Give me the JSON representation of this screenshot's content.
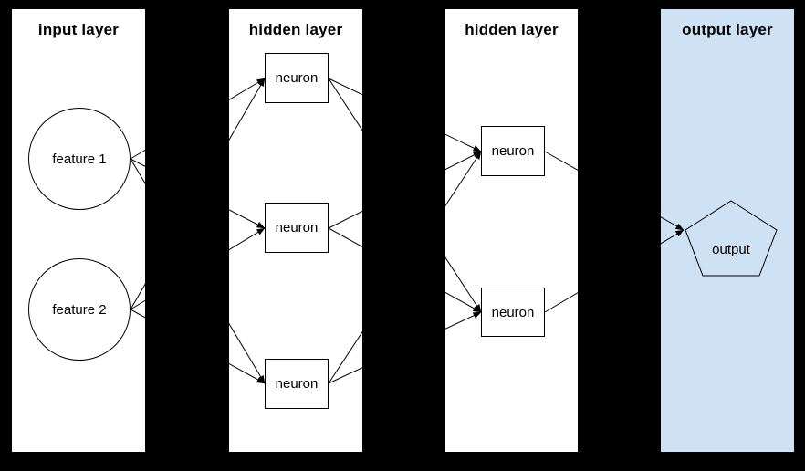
{
  "diagram": {
    "background_color": "#000000",
    "line_color": "#000000",
    "output_layer_color": "#cfe2f3",
    "panel_color": "#ffffff"
  },
  "layers": [
    {
      "title": "input layer",
      "background": "#ffffff"
    },
    {
      "title": "hidden layer",
      "background": "#ffffff"
    },
    {
      "title": "hidden layer",
      "background": "#ffffff"
    },
    {
      "title": "output layer",
      "background": "#cfe2f3"
    }
  ],
  "nodes": {
    "feature1": {
      "label": "feature 1",
      "shape": "circle",
      "layer": "input layer"
    },
    "feature2": {
      "label": "feature 2",
      "shape": "circle",
      "layer": "input layer"
    },
    "h1n1": {
      "label": "neuron",
      "shape": "rectangle",
      "layer": "hidden layer 1"
    },
    "h1n2": {
      "label": "neuron",
      "shape": "rectangle",
      "layer": "hidden layer 1"
    },
    "h1n3": {
      "label": "neuron",
      "shape": "rectangle",
      "layer": "hidden layer 1"
    },
    "h2n1": {
      "label": "neuron",
      "shape": "rectangle",
      "layer": "hidden layer 2"
    },
    "h2n2": {
      "label": "neuron",
      "shape": "rectangle",
      "layer": "hidden layer 2"
    },
    "output": {
      "label": "output",
      "shape": "pentagon",
      "layer": "output layer"
    }
  },
  "edges": [
    {
      "from": "feature1",
      "to": "h1n1"
    },
    {
      "from": "feature1",
      "to": "h1n2"
    },
    {
      "from": "feature1",
      "to": "h1n3"
    },
    {
      "from": "feature2",
      "to": "h1n1"
    },
    {
      "from": "feature2",
      "to": "h1n2"
    },
    {
      "from": "feature2",
      "to": "h1n3"
    },
    {
      "from": "h1n1",
      "to": "h2n1"
    },
    {
      "from": "h1n1",
      "to": "h2n2"
    },
    {
      "from": "h1n2",
      "to": "h2n1"
    },
    {
      "from": "h1n2",
      "to": "h2n2"
    },
    {
      "from": "h1n3",
      "to": "h2n1"
    },
    {
      "from": "h1n3",
      "to": "h2n2"
    },
    {
      "from": "h2n1",
      "to": "output"
    },
    {
      "from": "h2n2",
      "to": "output"
    }
  ]
}
